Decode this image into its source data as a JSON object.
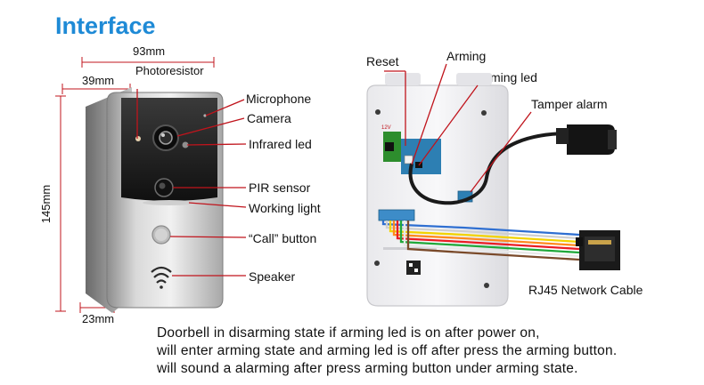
{
  "title": "Interface",
  "dimensions": {
    "width": "93mm",
    "depth": "39mm",
    "height": "145mm",
    "bottom": "23mm"
  },
  "front_labels": {
    "photoresistor": "Photoresistor",
    "microphone": "Microphone",
    "camera": "Camera",
    "infrared_led": "Infrared led",
    "pir_sensor": "PIR sensor",
    "working_light": "Working light",
    "call_button": "“Call” button",
    "speaker": "Speaker"
  },
  "back_labels": {
    "reset": "Reset",
    "arming": "Arming",
    "arming_led": "Arming led",
    "tamper_alarm": "Tamper alarm",
    "rj45": "RJ45 Network Cable",
    "board_voltage": "12V"
  },
  "description": [
    "Doorbell in disarming state if arming led is on after power on,",
    "will enter arming state and arming led is off after press the arming button.",
    "will sound a alarming after press arming button under arming state."
  ],
  "colors": {
    "title": "#1e8ad6",
    "callout": "#c0141c",
    "pcb": "#2d7fb3"
  },
  "wire_colors": [
    "#2f6fd1",
    "#cfcfcf",
    "#f2d300",
    "#ff8a1f",
    "#ea1c24",
    "#20a83a",
    "#e8e8e8",
    "#7a4a2a"
  ]
}
